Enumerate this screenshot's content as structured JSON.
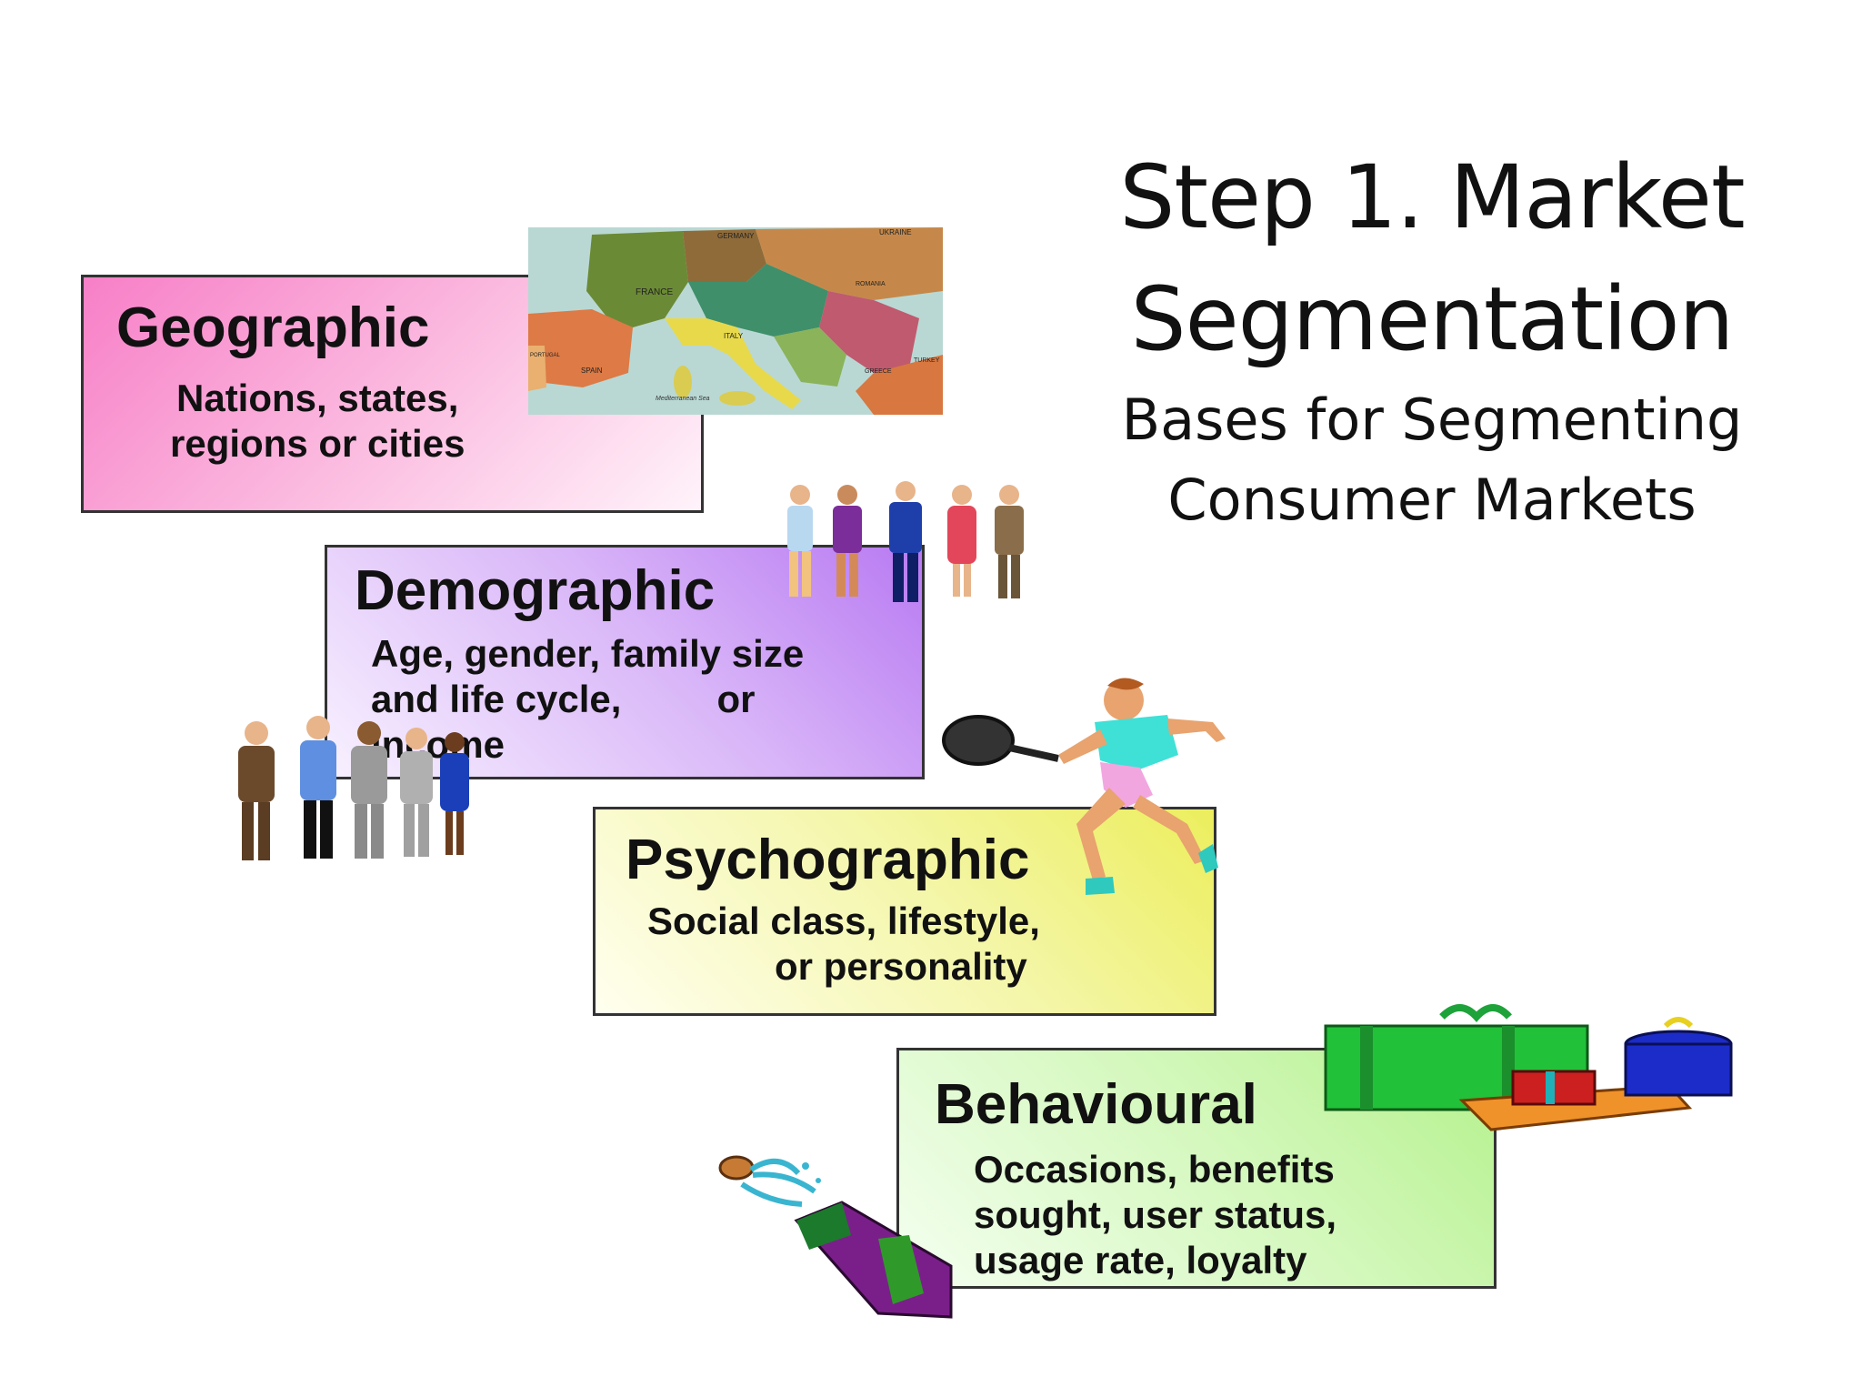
{
  "title": {
    "line1": "Step 1. Market",
    "line2": "Segmentation",
    "subtitle_line1": "Bases for Segmenting",
    "subtitle_line2": "Consumer Markets"
  },
  "segments": {
    "geographic": {
      "heading": "Geographic",
      "description": "Nations, states,\nregions or cities",
      "color": "#f77fc7"
    },
    "demographic": {
      "heading": "Demographic",
      "description": "Age, gender, family size\nand life cycle,         or\nincome",
      "color": "#b87af2"
    },
    "psychographic": {
      "heading": "Psychographic",
      "description": "Social class, lifestyle,\n            or personality",
      "color": "#ecee5d"
    },
    "behavioural": {
      "heading": "Behavioural",
      "description": "Occasions, benefits\nsought, user status,\nusage rate, loyalty",
      "color": "#b4f18c"
    }
  },
  "map_labels": {
    "germany": "GERMANY",
    "ukraine": "UKRAINE",
    "france": "FRANCE",
    "italy": "ITALY",
    "spain": "SPAIN",
    "portugal": "PORTUGAL",
    "romania": "ROMANIA",
    "turkey": "TURKEY",
    "greece": "GREECE",
    "sea": "Mediterranean Sea"
  },
  "icons": {
    "map": "europe-map-icon",
    "group1": "business-people-icon",
    "group2": "business-group-icon",
    "tennis": "tennis-player-icon",
    "gifts": "gift-boxes-icon",
    "bottle": "champagne-bottle-icon"
  }
}
